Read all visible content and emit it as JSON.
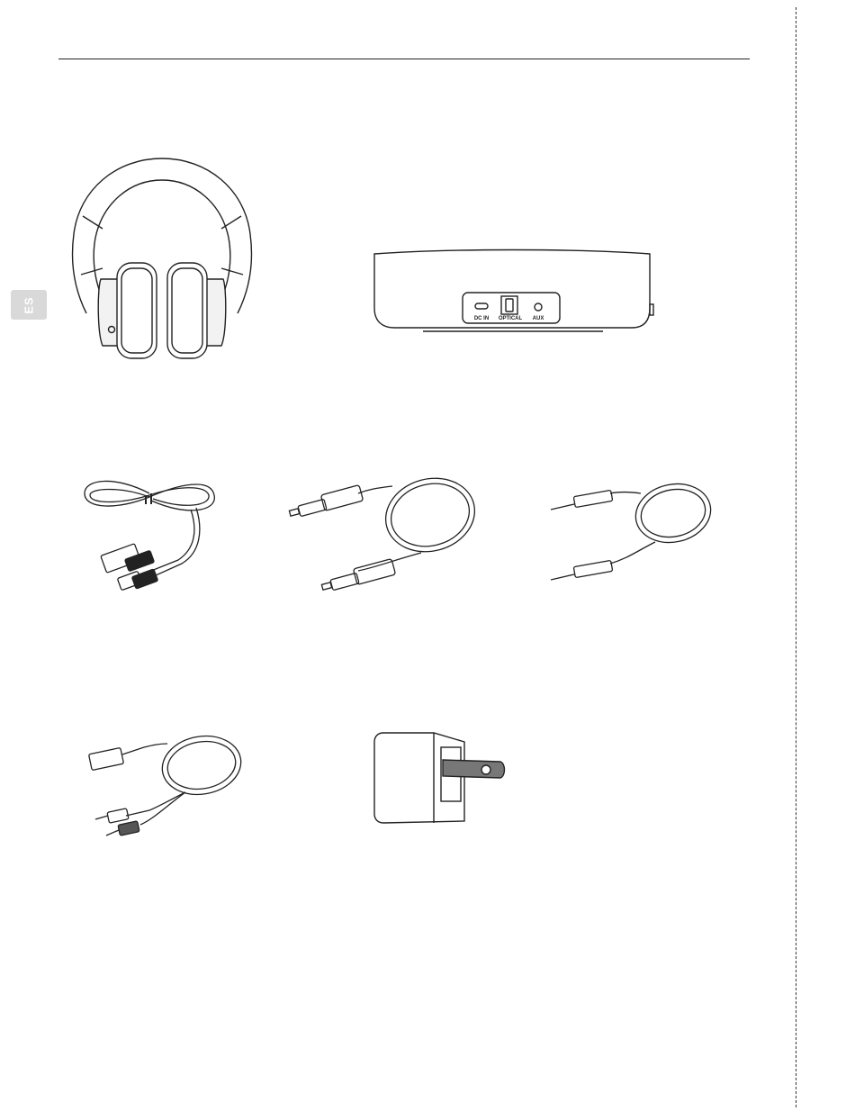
{
  "language_tab": {
    "label": "ES"
  },
  "transmitter": {
    "ports": [
      {
        "label": "DC IN"
      },
      {
        "label": "OPTICAL"
      },
      {
        "label": "AUX"
      }
    ]
  },
  "items": [
    {
      "icon": "headphones-icon"
    },
    {
      "icon": "transmitter-base-icon"
    },
    {
      "icon": "usb-cable-icon"
    },
    {
      "icon": "optical-cable-icon"
    },
    {
      "icon": "aux-cable-icon"
    },
    {
      "icon": "rca-adapter-cable-icon"
    },
    {
      "icon": "power-adapter-icon"
    }
  ]
}
